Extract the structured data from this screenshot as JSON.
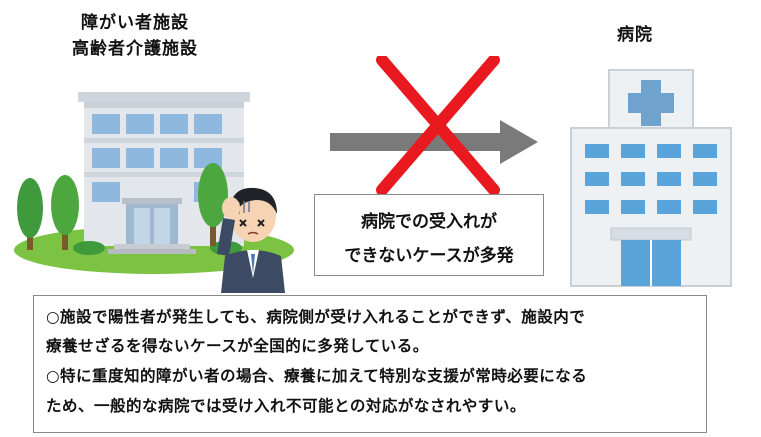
{
  "facility_label": [
    "障がい者施設",
    "高齢者介護施設"
  ],
  "hospital_label": "病院",
  "callout": [
    "病院での受入れが",
    "できないケースが多発"
  ],
  "notes": [
    "○施設で陽性者が発生しても、病院側が受け入れることができず、施設内で",
    "療養せざるを得ないケースが全国的に多発している。",
    "○特に重度知的障がい者の場合、療養に加えて特別な支援が常時必要になる",
    "ため、一般的な病院では受け入れ不可能との対応がなされやすい。"
  ],
  "colors": {
    "arrow": "#7a7a7a",
    "cross": "#e8191f",
    "building_walls": "#dfe4ea",
    "window_blue": "#5aa4dc",
    "hospital_cross": "#6fa2cd",
    "grass": "#7cc343",
    "tree": "#3e9a3b"
  },
  "icons": [
    "facility-building-illustration",
    "worried-person-illustration",
    "hospital-building-illustration",
    "arrow-right-icon",
    "cross-x-icon"
  ]
}
